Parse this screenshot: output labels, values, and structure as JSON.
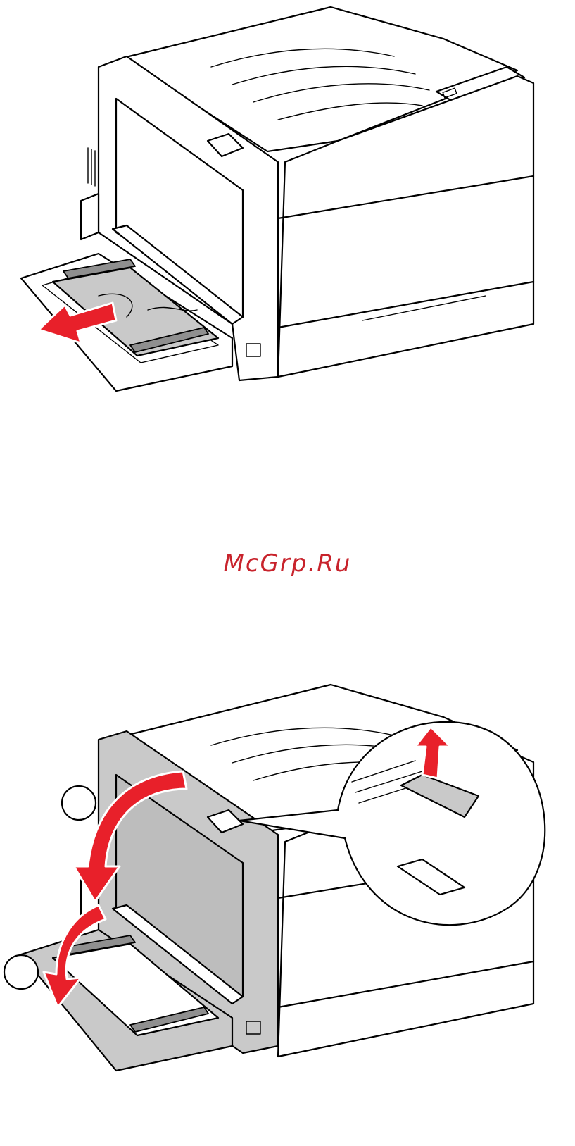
{
  "watermark": {
    "text": "McGrp.Ru",
    "color": "#c8232c"
  },
  "colors": {
    "arrow": "#e8202a",
    "paper": "#c9c9c9",
    "line": "#000000"
  },
  "figures": [
    {
      "id": "remove-jammed-paper",
      "icons": [
        "printer-illustration",
        "bypass-tray",
        "jammed-paper",
        "pull-arrow-icon"
      ]
    },
    {
      "id": "open-left-door",
      "icons": [
        "printer-illustration",
        "step-1-circle",
        "step-2-circle",
        "door-open-arrow-icon",
        "tray-close-arrow-icon",
        "lever-up-arrow-icon",
        "lever-zoom-callout"
      ]
    }
  ]
}
